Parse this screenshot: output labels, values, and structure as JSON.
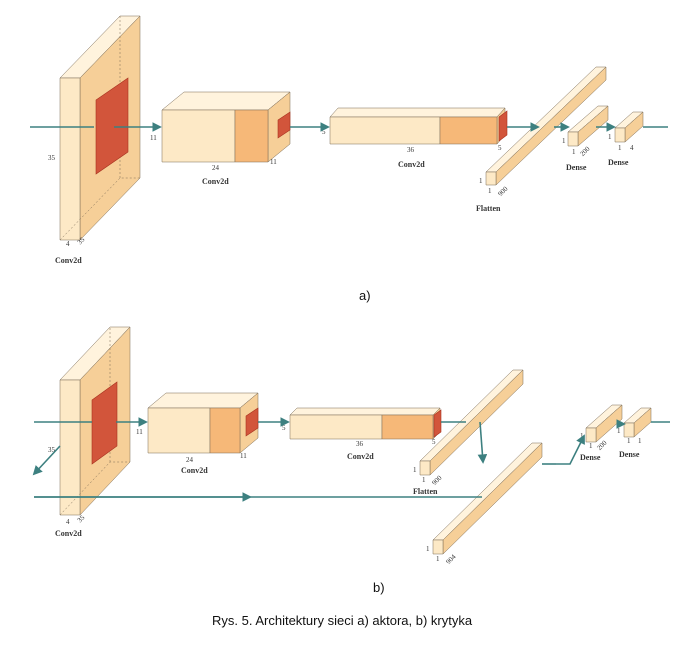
{
  "colors": {
    "block_front": "#fde9c6",
    "block_top": "#fff3dd",
    "block_side": "#f6cf98",
    "block_accent": "#f6b878",
    "kernel": "#d2553b",
    "kernel_side": "#a8321f",
    "arrow": "#3d8080"
  },
  "diagram_a": {
    "panel_label": "a)",
    "conv1": {
      "name": "Conv2d",
      "height": "35",
      "width": "4",
      "depth": "35"
    },
    "conv2": {
      "name": "Conv2d",
      "height": "11",
      "width": "24",
      "depth": "11"
    },
    "conv3": {
      "name": "Conv2d",
      "height": "5",
      "width": "36",
      "depth": "5"
    },
    "flatten": {
      "name": "Flatten",
      "h": "1",
      "w": "1",
      "d": "900"
    },
    "dense1": {
      "name": "Dense",
      "h": "1",
      "w": "1",
      "d": "200"
    },
    "dense2": {
      "name": "Dense",
      "h": "1",
      "w": "1",
      "d": "4"
    }
  },
  "diagram_b": {
    "panel_label": "b)",
    "conv1": {
      "name": "Conv2d",
      "height": "35",
      "width": "4",
      "depth": "35"
    },
    "conv2": {
      "name": "Conv2d",
      "height": "11",
      "width": "24",
      "depth": "11"
    },
    "conv3": {
      "name": "Conv2d",
      "height": "5",
      "width": "36",
      "depth": "5"
    },
    "flatten": {
      "name": "Flatten",
      "h": "1",
      "w": "1",
      "d": "900"
    },
    "flatten2": {
      "h": "1",
      "w": "1",
      "d": "904"
    },
    "dense1": {
      "name": "Dense",
      "h": "1",
      "w": "1",
      "d": "200"
    },
    "dense2": {
      "name": "Dense",
      "h": "1",
      "w": "1",
      "d": "1"
    }
  },
  "caption": "Rys. 5.  Architektury sieci a) aktora, b) krytyka"
}
